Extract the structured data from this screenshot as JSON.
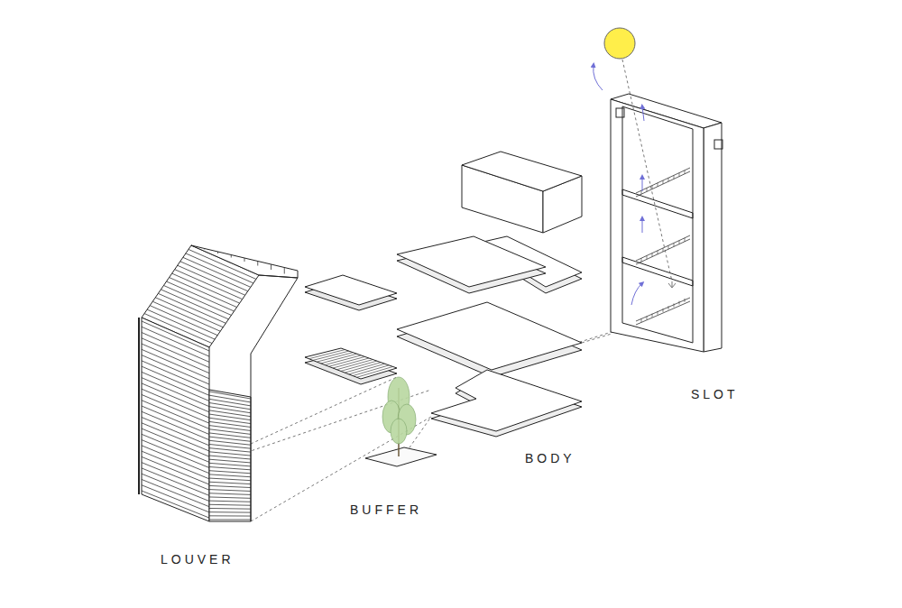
{
  "diagram": {
    "labels": [
      "LOUVER",
      "BUFFER",
      "BODY",
      "SLOT"
    ]
  }
}
